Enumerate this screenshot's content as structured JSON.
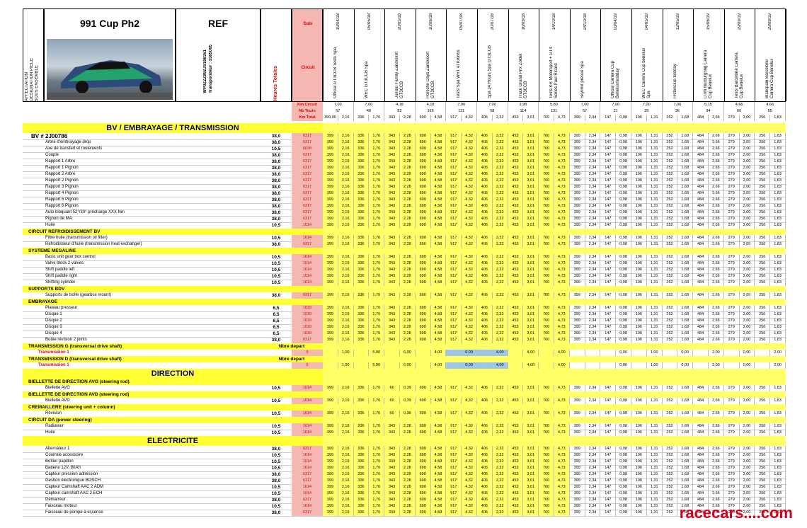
{
  "title": "991 Cup Ph2",
  "ref": "REF",
  "vin": "WP0ZZZ99ZJS198351",
  "transponder": "Transpondeur : 3385065",
  "left_labels": [
    "AFFECTATION",
    "DESIGNATION PIECE",
    "SOUS ENSEMBLE"
  ],
  "heures_totales": "Heures Totales",
  "row_labels": {
    "date": "Date",
    "circuit": "Circuit",
    "km": "Km Circuit",
    "tours": "Nb Tours",
    "kmtotal": "Km Total"
  },
  "dates": [
    "19/04/18",
    "05/05/18",
    "20/05/18",
    "10/06/18",
    "05/07/18",
    "20/07/18",
    "16/09/18",
    "14/10/18",
    "24/10/18",
    "03/04/19",
    "04/05/19",
    "12/05/19",
    "15/06/19",
    "29/09/19",
    "29/09/19"
  ],
  "circuits": [
    "Official GT3CCB Tests Spa",
    "WEC GT3CCB Spa",
    "Jumbo Family Zandvoort GT3CCB",
    "Porsche Days Zandvoort GT3CCB",
    "Tests Spa WRT et Kronos",
    "Spa 24 Hours Spa GT3CCB",
    "Track Grand Prix Zolder GT3CCB",
    "Tests KR Motorsport + GT4 Series Paul Ricard",
    "Skylimit presse Spa",
    "Official Carrera Cup Benelux/testday",
    "WEC Carrera Cup benelux Spa",
    "Pistenclub testday",
    "DTM Nürburgring Carrera Cup Benelux",
    "Tests Barcelone Carrera Cup Benelux",
    "Blancpain Barcelone Carrera Cup Benelux"
  ],
  "km": [
    "7,00",
    "7,00",
    "4,18",
    "4,18",
    "7,00",
    "7,00",
    "3,98",
    "5,80",
    "7,00",
    "7,00",
    "7,00",
    "7,00",
    "5,15",
    "4,66",
    "4,66"
  ],
  "tours": [
    "57",
    "48",
    "82",
    "165",
    "131",
    "58",
    "114",
    "131",
    "57",
    "21",
    "28",
    "36",
    "94",
    "60",
    "55"
  ],
  "kmtotal": [
    "399,00",
    "2,16",
    "336",
    "1,76",
    "343",
    "2,28",
    "690",
    "4,58",
    "917",
    "4,32",
    "406",
    "2,32",
    "453",
    "3,01",
    "760",
    "4,73",
    "399",
    "2,34",
    "147",
    "0,98",
    "196",
    "1,31",
    "252",
    "1,68",
    "484",
    "2,66",
    "279",
    "2,00",
    "256",
    "1,83"
  ],
  "std_vals": [
    "399",
    "2,16",
    "336",
    "1,76",
    "343",
    "2,28",
    "690",
    "4,58",
    "917",
    "4,32",
    "406",
    "2,32",
    "453",
    "3,01",
    "760",
    "4,73",
    "399",
    "2,34",
    "147",
    "0,98",
    "196",
    "1,31",
    "252",
    "1,68",
    "484",
    "2,66",
    "279",
    "2,00",
    "256",
    "1,83"
  ],
  "trans_vals": [
    "",
    "1,00",
    "",
    "5,00",
    "",
    "6,00",
    "",
    "4,00",
    "",
    "0,00",
    "",
    "4,00",
    "",
    "4,00",
    "",
    "4,00",
    "",
    "",
    "",
    "0,00",
    "",
    "1,00",
    "",
    "0,00",
    "",
    "2,00",
    "",
    "0,00",
    "",
    "2,00"
  ],
  "dir_vals": [
    "399",
    "2,16",
    "336",
    "1,76",
    "60",
    "0,39",
    "690",
    "4,58",
    "917",
    "4,32",
    "406",
    "2,32",
    "453",
    "3,01",
    "760",
    "4,73",
    "399",
    "2,34",
    "147",
    "0,98",
    "196",
    "1,31",
    "252",
    "1,68",
    "484",
    "2,66",
    "279",
    "2,00",
    "256",
    "1,83"
  ],
  "rows": [
    {
      "t": "big",
      "label": "BV / EMBRAYAGE / TRANSMISSION"
    },
    {
      "t": "bv",
      "label": "BV # 2J00786",
      "h": "38,0",
      "r": "6317"
    },
    {
      "t": "d",
      "label": "Arbre d'embrayage drop",
      "h": "38,0",
      "r": "6317"
    },
    {
      "t": "d",
      "label": "Axe de transfert et roulements",
      "h": "10,5",
      "r": "6038"
    },
    {
      "t": "d",
      "label": "Couple",
      "h": "38,0",
      "r": "6317"
    },
    {
      "t": "d",
      "label": "Rapport 1     Arbre",
      "h": "38,0",
      "r": "6317"
    },
    {
      "t": "d",
      "label": "Rapport 1     Pignon",
      "h": "38,0",
      "r": "6317"
    },
    {
      "t": "d",
      "label": "Rapport 2     Arbre",
      "h": "38,0",
      "r": "6317"
    },
    {
      "t": "d",
      "label": "Rapport 2     Pignon",
      "h": "38,0",
      "r": "6317"
    },
    {
      "t": "d",
      "label": "Rapport 3     Pignon",
      "h": "38,0",
      "r": "6317"
    },
    {
      "t": "d",
      "label": "Rapport 4     Pignon",
      "h": "38,0",
      "r": "6317"
    },
    {
      "t": "d",
      "label": "Rapport 5     Pignon",
      "h": "38,0",
      "r": "6317"
    },
    {
      "t": "d",
      "label": "Rapport 6     Pignon",
      "h": "38,0",
      "r": "6317"
    },
    {
      "t": "d",
      "label": "Auto bloquant 52°/30° précharge XXX Nm",
      "h": "38,0",
      "r": "6317"
    },
    {
      "t": "d",
      "label": "Pignon de MA",
      "h": "38,0",
      "r": "6317"
    },
    {
      "t": "d",
      "label": "Huile",
      "h": "10,5",
      "r": "1614"
    },
    {
      "t": "s",
      "label": "CIRCUIT REFROIDISSEMENT BV"
    },
    {
      "t": "d",
      "label": "Filtre huile (transmission oil filter)",
      "h": "10,5",
      "r": "1614"
    },
    {
      "t": "d",
      "label": "Refroidisseur d'huile (transmission heat exchanger)",
      "h": "38,0",
      "r": "6317"
    },
    {
      "t": "s",
      "label": "SYSTEME MEGALINE"
    },
    {
      "t": "d",
      "label": "Basic unit gear box control",
      "h": "10,5",
      "r": "1614"
    },
    {
      "t": "d",
      "label": "Valve block 2 valves",
      "h": "10,5",
      "r": "1614"
    },
    {
      "t": "d",
      "label": "Shift paddle left",
      "h": "10,5",
      "r": "1614"
    },
    {
      "t": "d",
      "label": "Shift paddle right",
      "h": "10,5",
      "r": "1614"
    },
    {
      "t": "d",
      "label": "Shifting cylinder",
      "h": "10,5",
      "r": "1614"
    },
    {
      "t": "s",
      "label": "SUPPORTS BDV"
    },
    {
      "t": "d",
      "label": "Supports de boîte (gearbox mount)",
      "h": "38,0",
      "r": "6317"
    },
    {
      "t": "s",
      "label": "EMBRAYAGE"
    },
    {
      "t": "d",
      "label": "Plateau presseur",
      "h": "6,5",
      "r": "1019"
    },
    {
      "t": "d",
      "label": "Disque 1",
      "h": "6,5",
      "r": "1019"
    },
    {
      "t": "d",
      "label": "Disque 2",
      "h": "6,5",
      "r": "1019"
    },
    {
      "t": "d",
      "label": "Disque 3",
      "h": "6,5",
      "r": "1019"
    },
    {
      "t": "d",
      "label": "Disque 4",
      "h": "6,5",
      "r": "1019"
    },
    {
      "t": "d",
      "label": "Butée révision 2 joints",
      "h": "38,0",
      "r": "6317"
    },
    {
      "t": "tr",
      "label": "TRANSMISSION G (transversal drive shaft)",
      "h": "Nbre depart"
    },
    {
      "t": "tv",
      "label": "Transmission 1",
      "r": "5"
    },
    {
      "t": "tr",
      "label": "TRANSMISSION D (transversal drive shaft)",
      "h": "Nbre depart"
    },
    {
      "t": "tv",
      "label": "Transmission 1",
      "r": "5"
    },
    {
      "t": "big",
      "label": "DIRECTION"
    },
    {
      "t": "s",
      "label": "BIELLETTE DE DIRECTION AVG (steering rod)"
    },
    {
      "t": "dd",
      "label": "Biellette AVG",
      "h": "10,5",
      "r": "1614"
    },
    {
      "t": "s",
      "label": "BIELLETTE DE DIRECTION AVD (steering rod)"
    },
    {
      "t": "dd",
      "label": "Biellette AVD",
      "h": "10,5",
      "r": "1614"
    },
    {
      "t": "s",
      "label": "CREMAILLERE (steering unit + column)"
    },
    {
      "t": "dd",
      "label": "Révision",
      "h": "10,5",
      "r": "1614"
    },
    {
      "t": "s",
      "label": "CIRCUIT DA (power steering)"
    },
    {
      "t": "d",
      "label": "Radiateur",
      "h": "10,5",
      "r": "1614"
    },
    {
      "t": "d",
      "label": "Huile",
      "h": "10,5",
      "r": "1614"
    },
    {
      "t": "big",
      "label": "ELECTRICITE"
    },
    {
      "t": "d",
      "label": "Alternateur 1",
      "h": "38,0",
      "r": "6317"
    },
    {
      "t": "d",
      "label": "Courroie accessoire",
      "h": "10,5",
      "r": "1614"
    },
    {
      "t": "d",
      "label": "Boîtier papillon",
      "h": "10,5",
      "r": "1614"
    },
    {
      "t": "d",
      "label": "Batterie 12V, 80Ah",
      "h": "10,5",
      "r": "1614"
    },
    {
      "t": "d",
      "label": "Capteur pression admission",
      "h": "38,0",
      "r": "6317"
    },
    {
      "t": "d",
      "label": "Gestion électronique BOSCH",
      "h": "38,0",
      "r": "6317"
    },
    {
      "t": "d",
      "label": "Capteur Camshaft AAC 2 ADM",
      "h": "10,5",
      "r": "1614"
    },
    {
      "t": "d",
      "label": "Capteur camshaft AAC 2 ECH",
      "h": "10,5",
      "r": "1614"
    },
    {
      "t": "d",
      "label": "Démarreur",
      "h": "38,0",
      "r": "6317"
    },
    {
      "t": "d",
      "label": "Faisceau moteur",
      "h": "10,5",
      "r": "1614"
    },
    {
      "t": "d",
      "label": "Faisceau de pompe à essence",
      "h": "38,0",
      "r": "6317"
    }
  ],
  "watermark": "racecars....com"
}
